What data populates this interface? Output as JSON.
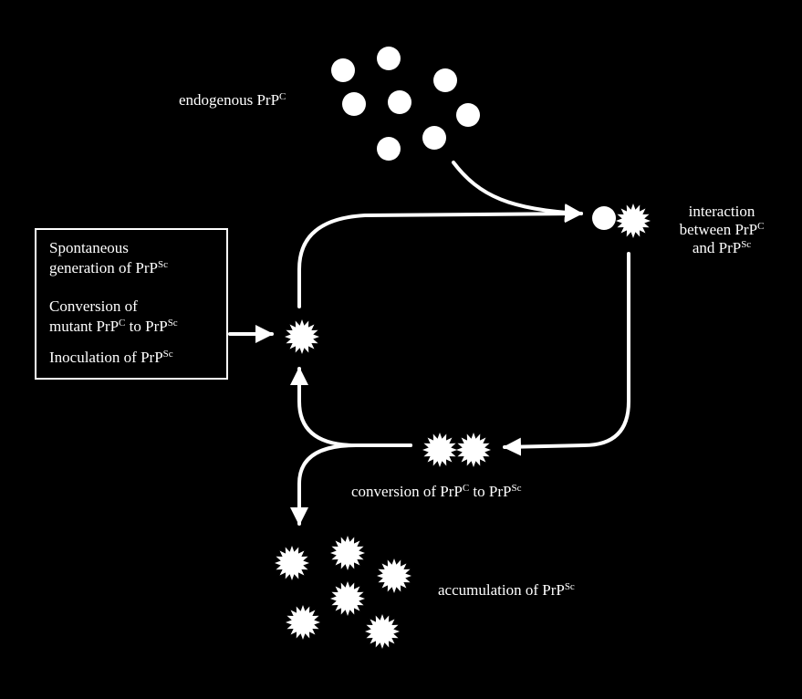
{
  "labels": {
    "endogenous": {
      "text": "endogenous PrP",
      "sup": "C"
    },
    "interaction": {
      "line1": "interaction",
      "line2": {
        "text": "between PrP",
        "sup": "C"
      },
      "line3": {
        "text": "and PrP",
        "sup": "Sc"
      }
    },
    "conversion": {
      "text1": "conversion of PrP",
      "sup1": "C",
      "text2": " to PrP",
      "sup2": "Sc"
    },
    "accumulation": {
      "text": "accumulation of PrP",
      "sup": "Sc"
    }
  },
  "source_box": {
    "items": [
      {
        "line1": "Spontaneous",
        "line2": {
          "text": "generation of PrP",
          "sup": "Sc"
        }
      },
      {
        "line1": "Conversion of",
        "line2": {
          "text": "mutant PrP",
          "sup": "C",
          "text2": " to PrP",
          "sup2": "Sc"
        }
      },
      {
        "line1": {
          "text": "Inoculation of PrP",
          "sup": "Sc"
        }
      }
    ]
  },
  "colors": {
    "background": "#000000",
    "foreground": "#ffffff"
  },
  "legend_shapes": {
    "PrPC": "circle",
    "PrPSc": "starburst"
  }
}
